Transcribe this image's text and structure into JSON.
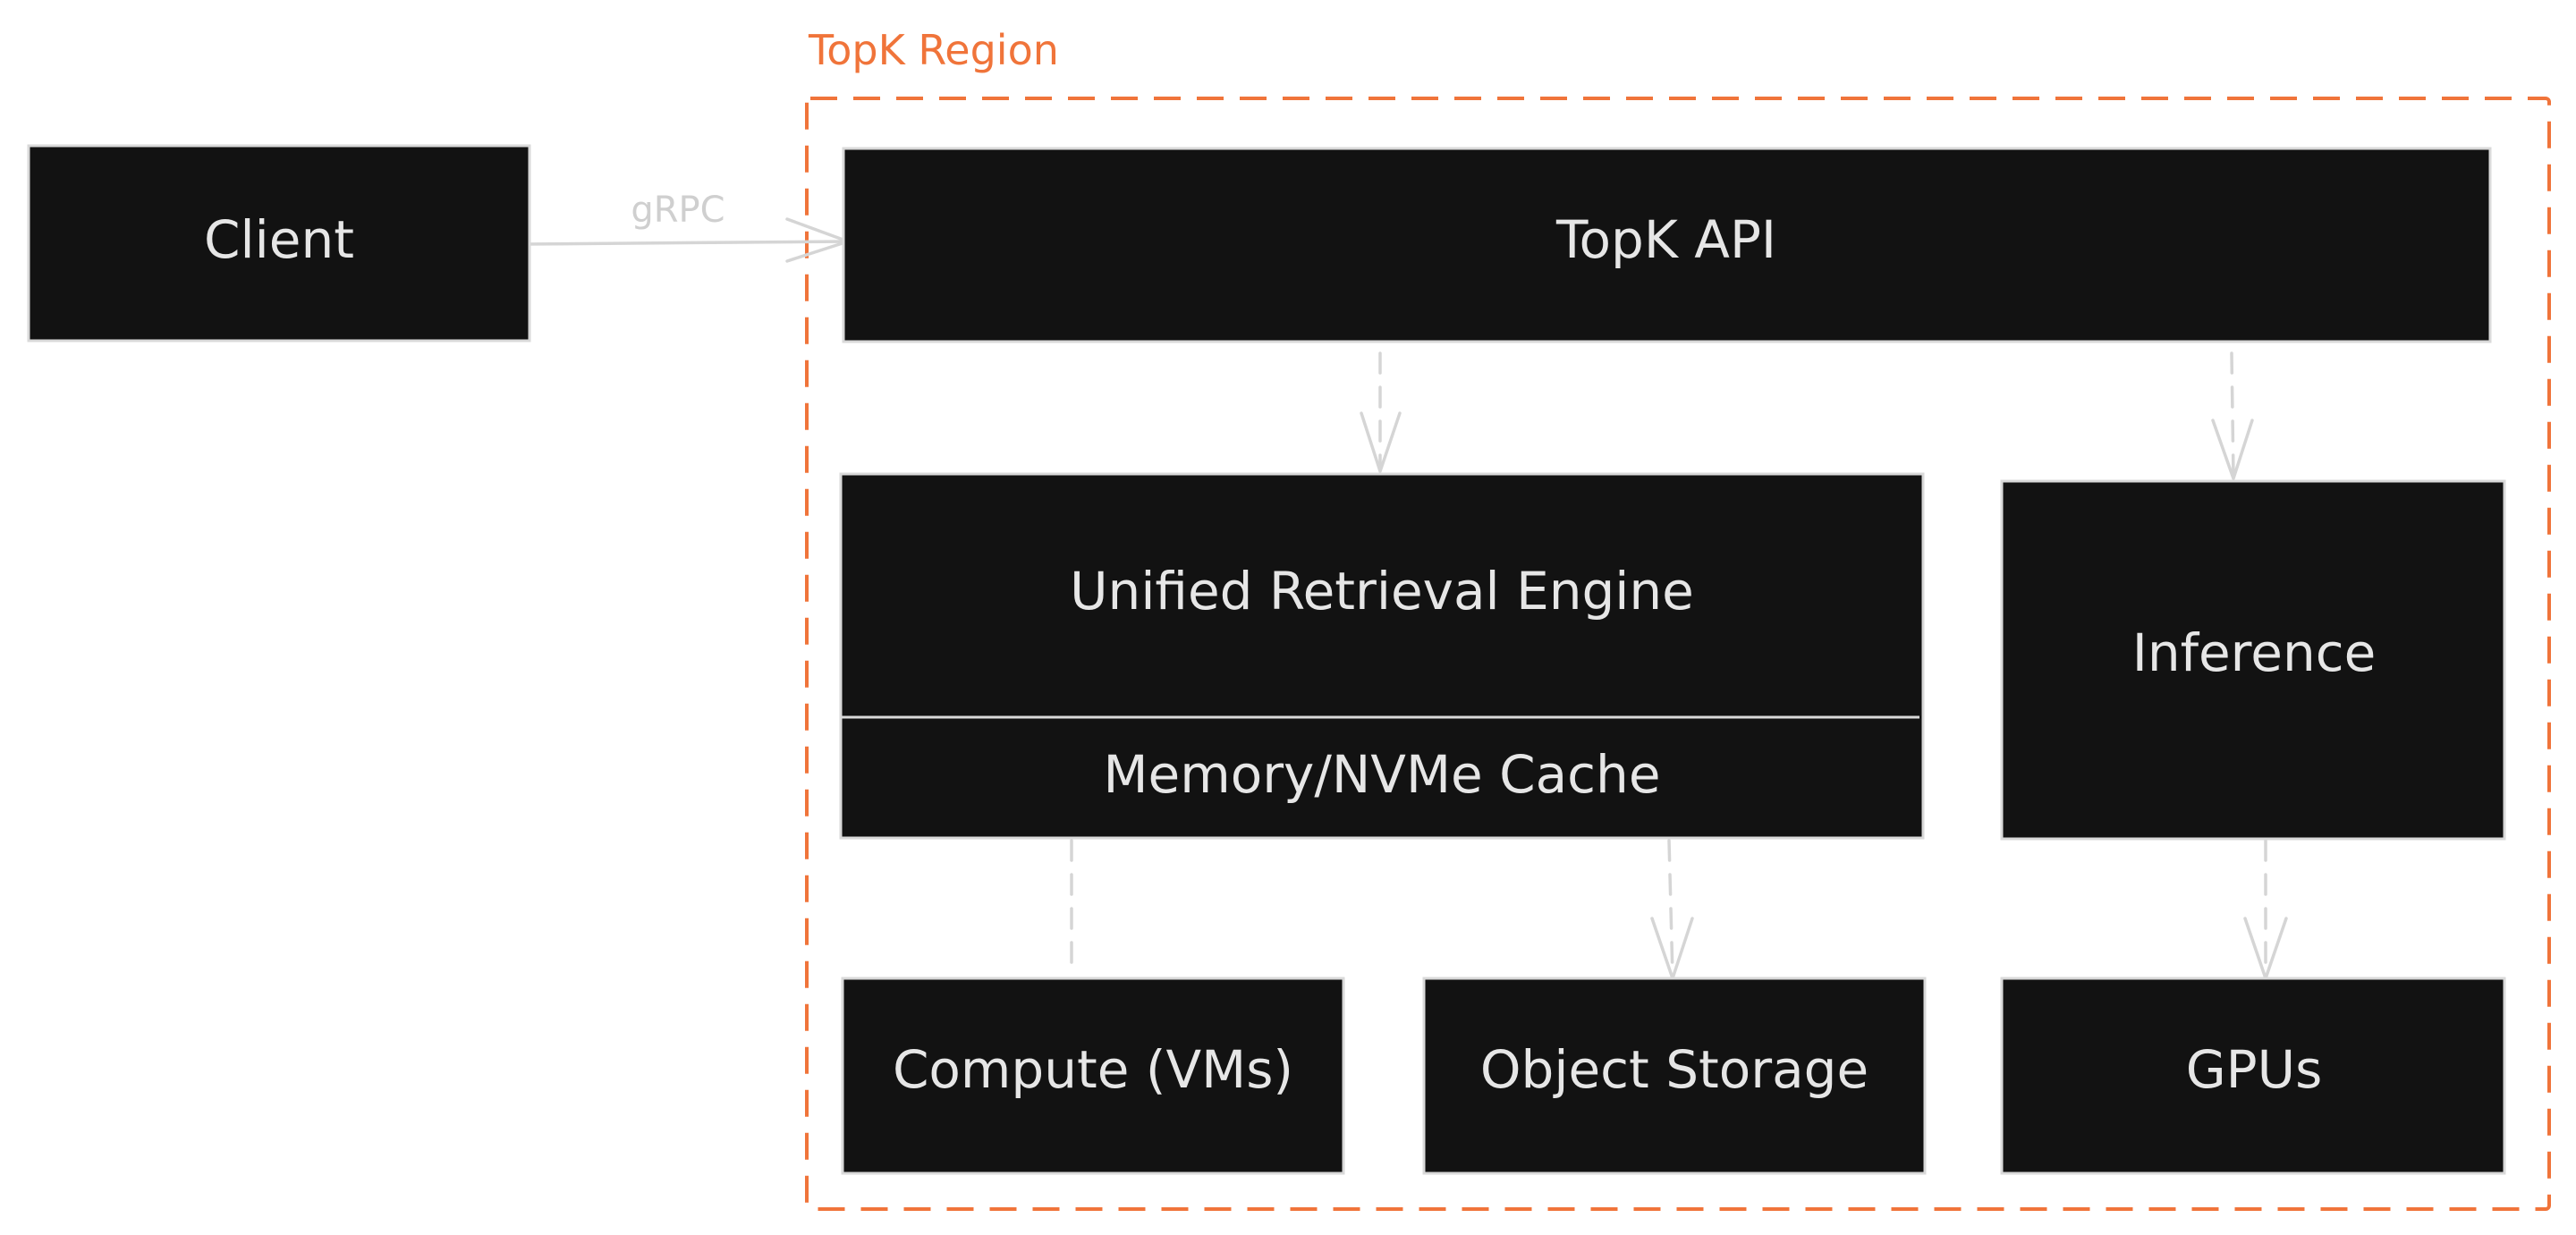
{
  "region": {
    "label": "TopK Region"
  },
  "nodes": {
    "client": "Client",
    "api": "TopK API",
    "engine": "Unified Retrieval Engine",
    "cache": "Memory/NVMe Cache",
    "inference": "Inference",
    "compute": "Compute (VMs)",
    "storage": "Object Storage",
    "gpus": "GPUs"
  },
  "edges": {
    "client_to_api_label": "gRPC"
  },
  "colors": {
    "node_fill": "#121212",
    "node_stroke": "#d9d9d9",
    "node_text": "#e6e6e6",
    "region_accent": "#f0743a",
    "edge": "#d5d5d5",
    "background": "#ffffff"
  }
}
